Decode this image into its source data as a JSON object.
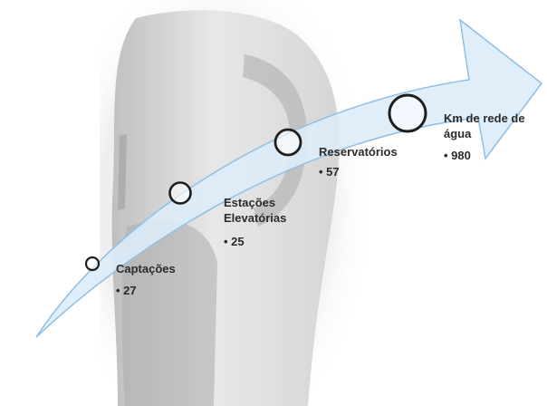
{
  "diagram": {
    "steps": [
      {
        "label_lines": [
          "Captações"
        ],
        "value": "• 27"
      },
      {
        "label_lines": [
          "Estações",
          "Elevatórias"
        ],
        "value": "• 25"
      },
      {
        "label_lines": [
          "Reservatórios"
        ],
        "value": "• 57"
      },
      {
        "label_lines": [
          "Km de rede de",
          "água"
        ],
        "value": "• 980"
      }
    ],
    "colors": {
      "arrow_fill": "#dcecf8",
      "arrow_stroke": "#8fbfe6",
      "circle_stroke": "#1e1e1e",
      "background_figure": "#c9c9c9"
    }
  }
}
